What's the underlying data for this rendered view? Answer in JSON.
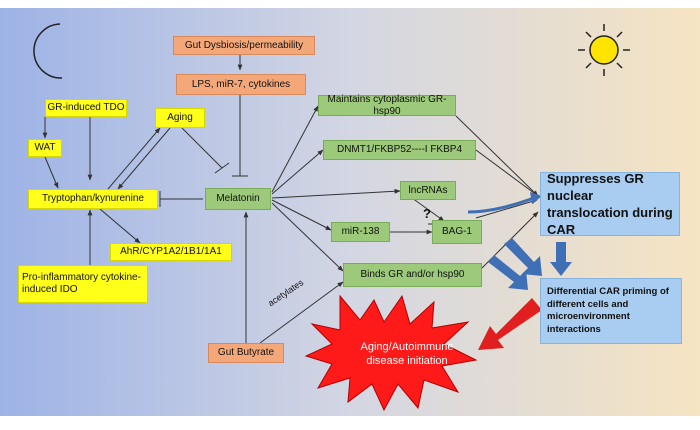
{
  "nodes": {
    "gr_tdo": "GR-induced TDO",
    "aging": "Aging",
    "wat": "WAT",
    "tryptophan": "Tryptophan/kynurenine",
    "ahr": "AhR/CYP1A2/1B1/1A1",
    "pro_inflam": "Pro-inflammatory cytokine-induced IDO",
    "gut_dysbiosis": "Gut Dysbiosis/permeability",
    "lps": "LPS, miR-7, cytokines",
    "melatonin": "Melatonin",
    "gut_butyrate": "Gut Butyrate",
    "acetylates": "acetylates",
    "maintains": "Maintains cytoplasmic GR-hsp90",
    "dnmt1": "DNMT1/FKBP52----I FKBP4",
    "lncrnas": "lncRNAs",
    "mir138": "miR-138",
    "bag1": "BAG-1",
    "binds": "Binds GR and/or hsp90",
    "question": "?",
    "suppresses": "Suppresses GR nuclear translocation during CAR",
    "differential": "Differential CAR priming of different cells and microenvironment interactions",
    "aging_autoimmune": "Aging/Autoimmune disease initiation"
  },
  "colors": {
    "node_yellow": "#ffff19",
    "node_green": "#9cc97a",
    "node_salmon": "#f4a87a",
    "node_blue": "#a9cdf0",
    "starburst_red": "#ff1a1a",
    "arrow_blue": "#3f6fb5",
    "arrow_red": "#e02020",
    "background_left": "#9fb6e6",
    "background_right": "#f4e4c4",
    "sun": "#ffe400"
  },
  "icons": {
    "moon": "moon-icon",
    "sun": "sun-icon"
  }
}
